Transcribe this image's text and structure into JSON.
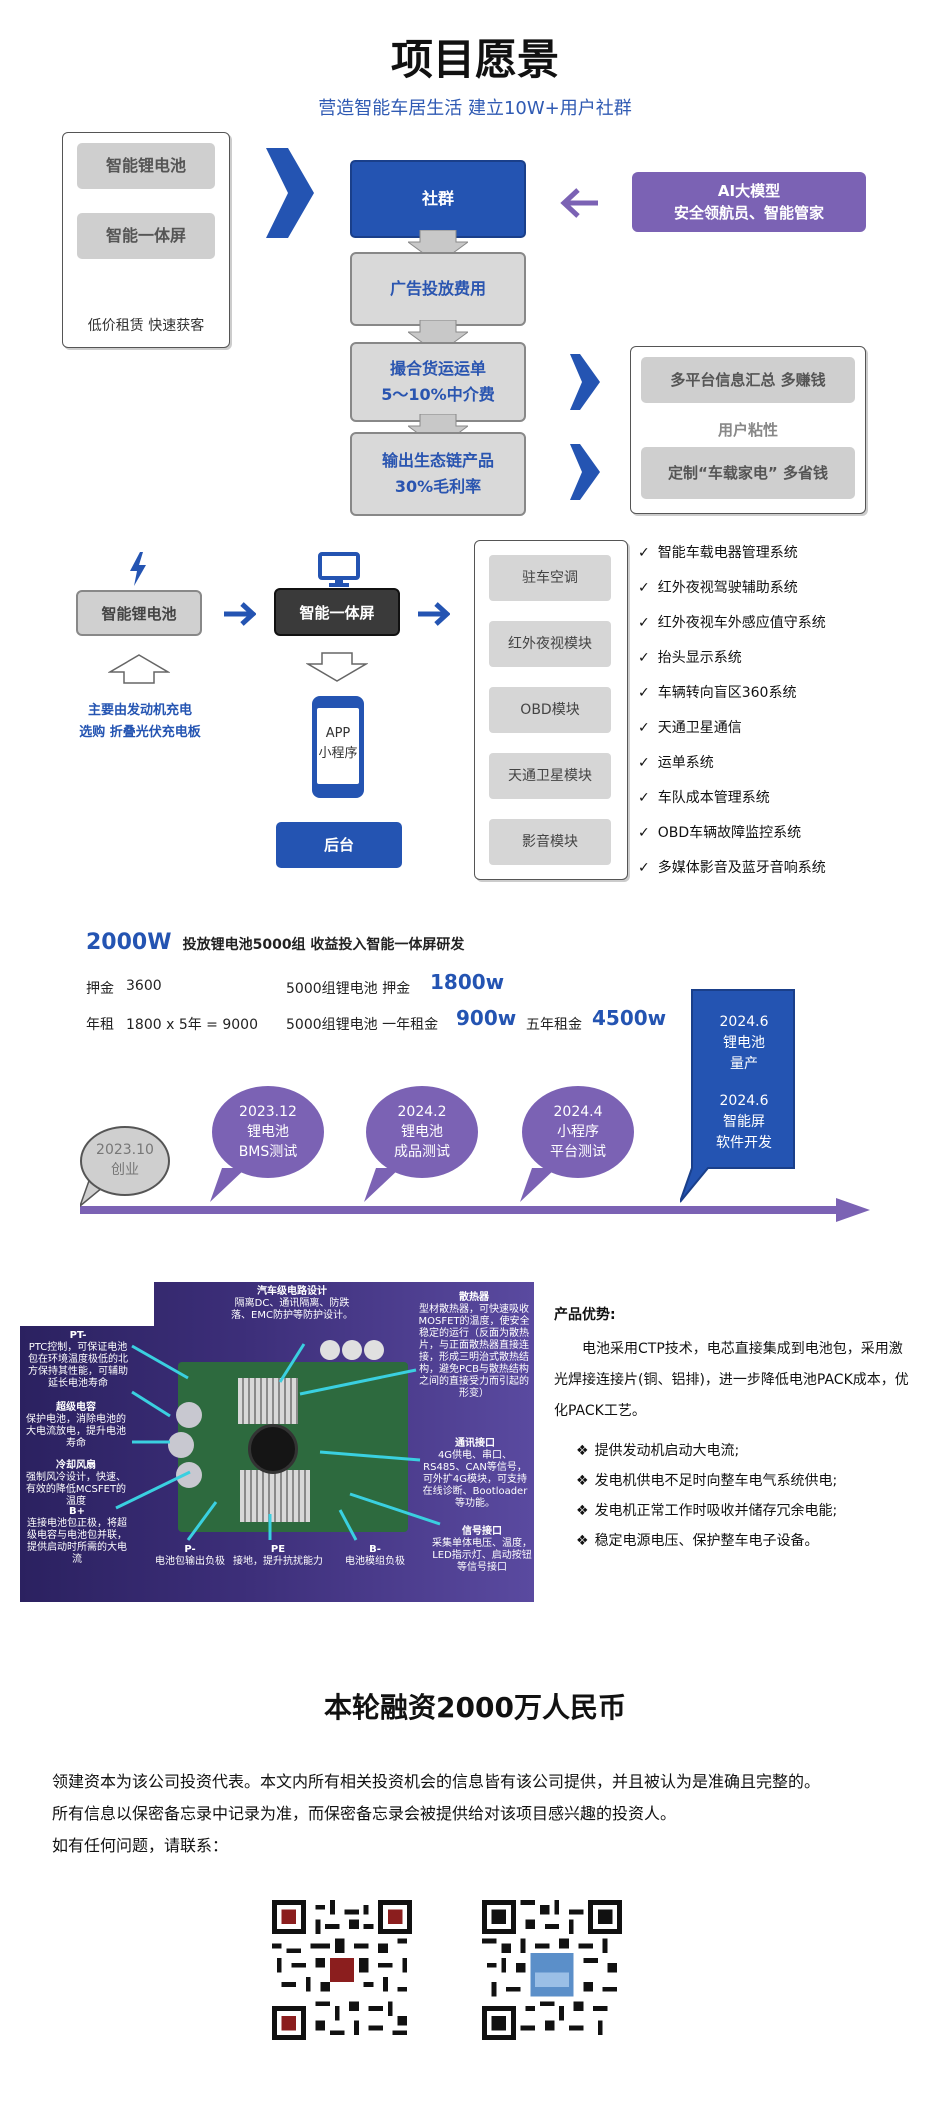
{
  "section1": {
    "title": "项目愿景",
    "subtitle": "营造智能车居生活  建立10W+用户社群",
    "left_box": {
      "item1": "智能锂电池",
      "item2": "智能一体屏",
      "caption": "低价租赁  快速获客"
    },
    "flow": {
      "step1": "社群",
      "step2": "广告投放费用",
      "step3_line1": "撮合货运运单",
      "step3_line2": "5～10%中介费",
      "step4_line1": "输出生态链产品",
      "step4_line2": "30%毛利率"
    },
    "ai_box": {
      "line1": "AI大模型",
      "line2": "安全领航员、智能管家"
    },
    "right_box": {
      "item1": "多平台信息汇总  多赚钱",
      "middle": "用户粘性",
      "item2": "定制“车载家电”  多省钱"
    },
    "colors": {
      "blue": "#2454b2",
      "purple": "#7b62b4",
      "gray": "#d9d9d9"
    }
  },
  "section2": {
    "battery": "智能锂电池",
    "screen": "智能一体屏",
    "charge_line1": "主要由发动机充电",
    "charge_line2": "选购  折叠光伏充电板",
    "app_line1": "APP",
    "app_line2": "小程序",
    "backend": "后台",
    "modules": [
      "驻车空调",
      "红外夜视模块",
      "OBD模块",
      "天通卫星模块",
      "影音模块"
    ],
    "check": "✓",
    "features": [
      "智能车载电器管理系统",
      "红外夜视驾驶辅助系统",
      "红外夜视车外感应值守系统",
      "抬头显示系统",
      "车辆转向盲区360系统",
      "天通卫星通信",
      "运单系统",
      "车队成本管理系统",
      "OBD车辆故障监控系统",
      "多媒体影音及蓝牙音响系统"
    ],
    "icons": [
      "lightning-icon",
      "monitor-icon",
      "phone-icon"
    ]
  },
  "section3": {
    "amount": "2000W",
    "headline": "投放锂电池5000组  收益投入智能一体屏研发",
    "row1": {
      "label": "押金",
      "value": "3600",
      "mid": "5000组锂电池  押金",
      "big": "1800w"
    },
    "row2": {
      "label": "年租",
      "value": "1800 x 5年 = 9000",
      "mid": "5000组锂电池  一年租金",
      "big1": "900w",
      "mid2": "五年租金",
      "big2": "4500w"
    },
    "timeline": [
      {
        "date": "2023.10",
        "text": "创业"
      },
      {
        "date": "2023.12",
        "text": "锂电池",
        "text2": "BMS测试"
      },
      {
        "date": "2024.2",
        "text": "锂电池",
        "text2": "成品测试"
      },
      {
        "date": "2024.4",
        "text": "小程序",
        "text2": "平台测试"
      }
    ],
    "flag": {
      "d1": "2024.6",
      "t1": "锂电池",
      "t2": "量产",
      "d2": "2024.6",
      "t3": "智能屏",
      "t4": "软件开发"
    }
  },
  "section4": {
    "board_labels": {
      "pt_title": "PT-",
      "pt_text": "PTC控制，可保证电池包在环境温度极低的北方保持其性能，可辅助延长电池寿命",
      "cap_title": "超级电容",
      "cap_text": "保护电池，消除电池的大电流放电，提升电池寿命",
      "fan_title": "冷却风扇",
      "fan_text": "强制风冷设计，快速、有效的降低MCSFET的温度",
      "bplus_title": "B+",
      "bplus_text": "连接电池包正极，将超级电容与电池包并联，提供启动时所需的大电流",
      "car_title": "汽车级电路设计",
      "car_text": "隔离DC、通讯隔离、防跌落、EMC防护等防护设计。",
      "heat_title": "散热器",
      "heat_text": "型材散热器，可快速吸收MOSFET的温度，使安全稳定的运行（反面为散热片，与正面散热器直接连接，形成三明治式散热结构，避免PCB与散热结构之间的直接受力而引起的形变）",
      "comm_title": "通讯接口",
      "comm_text": "4G供电、串口、RS485、CAN等信号，可外扩4G模块，可支持在线诊断、Bootloader等功能。",
      "sig_title": "信号接口",
      "sig_text": "采集单体电压、温度，LED指示灯、启动按钮等信号接口",
      "pminus_title": "P-",
      "pminus_text": "电池包输出负极",
      "pe_title": "PE",
      "pe_text": "接地，提升抗扰能力",
      "bminus_title": "B-",
      "bminus_text": "电池模组负极"
    },
    "advantage_title": "产品优势:",
    "advantage_para": "电池采用CTP技术，电芯直接集成到电池包，采用激光焊接连接片(铜、铝排)，进一步降低电池PACK成本，优化PACK工艺。",
    "bullet": "❖",
    "bullets": [
      "提供发动机启动大电流;",
      "发电机供电不足时向整车电气系统供电;",
      "发电机正常工作时吸收并储存冗余电能;",
      "稳定电源电压、保护整车电子设备。"
    ]
  },
  "section5": {
    "funding": "本轮融资2000万人民币",
    "line1": "领建资本为该公司投资代表。本文内所有相关投资机会的信息皆有该公司提供，并且被认为是准确且完整的。",
    "line2": "所有信息以保密备忘录中记录为准，而保密备忘录会被提供给对该项目感兴趣的投资人。",
    "line3": "如有任何问题，请联系：",
    "qr_icons": [
      "qr-code-icon",
      "qr-code-icon"
    ]
  }
}
